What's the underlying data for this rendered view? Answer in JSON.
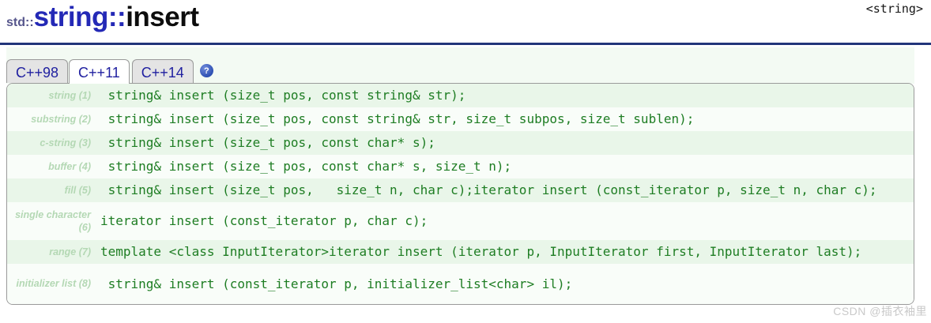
{
  "header": {
    "namespace_prefix": "std::",
    "title_highlight": "string::",
    "title_rest": "insert",
    "header_file": "<string>"
  },
  "tabs": {
    "items": [
      {
        "label": "C++98",
        "active": false
      },
      {
        "label": "C++11",
        "active": true
      },
      {
        "label": "C++14",
        "active": false
      }
    ],
    "help_glyph": "?"
  },
  "declarations": {
    "rows": [
      {
        "label": "string (1)",
        "code": " string& insert (size_t pos, const string& str);"
      },
      {
        "label": "substring (2)",
        "code": " string& insert (size_t pos, const string& str, size_t subpos, size_t sublen);"
      },
      {
        "label": "c-string (3)",
        "code": " string& insert (size_t pos, const char* s);"
      },
      {
        "label": "buffer (4)",
        "code": " string& insert (size_t pos, const char* s, size_t n);"
      },
      {
        "label": "fill (5)",
        "code": " string& insert (size_t pos,   size_t n, char c);iterator insert (const_iterator p, size_t n, char c);"
      },
      {
        "label": "single character (6)",
        "code": "iterator insert (const_iterator p, char c);"
      },
      {
        "label": "range (7)",
        "code": "template <class InputIterator>iterator insert (iterator p, InputIterator first, InputIterator last);"
      },
      {
        "label": "initializer list (8)",
        "code": " string& insert (const_iterator p, initializer_list<char> il);"
      }
    ]
  },
  "watermark": "CSDN @插衣袖里",
  "colors": {
    "title_blue": "#2429b6",
    "namespace_slate": "#56568c",
    "rule_navy": "#22357a",
    "tab_text_navy": "#2020a0",
    "tab_inactive_bg": "#e4e4e4",
    "help_icon_blue": "#2a4cb0",
    "code_green": "#1e7d23",
    "label_pale_green": "#b4d8b4",
    "stripe_green": "#e9f6e9",
    "stripe_light": "#f9fdf9",
    "strip_bg": "#f3faf3"
  }
}
